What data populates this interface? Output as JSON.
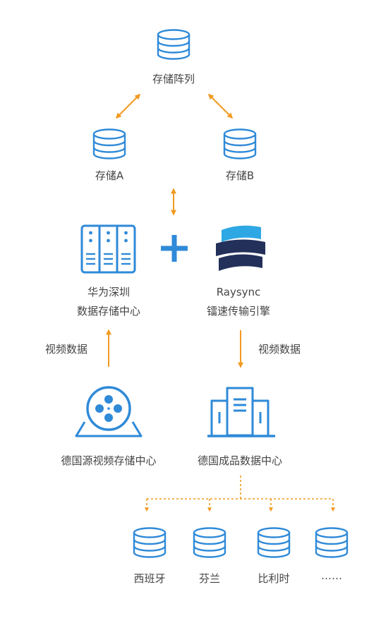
{
  "colors": {
    "blue": "#2f8ad8",
    "navy": "#23305a",
    "cyan": "#2ea8e4",
    "orange": "#f29a21"
  },
  "nodes": {
    "storage_array": "存储阵列",
    "storage_a": "存储A",
    "storage_b": "存储B",
    "huawei_line1": "华为深圳",
    "huawei_line2": "数据存储中心",
    "raysync_line1": "Raysync",
    "raysync_line2": "镭速传输引擎",
    "germany_source": "德国源视频存储中心",
    "germany_finished": "德国成品数据中心",
    "spain": "西班牙",
    "finland": "芬兰",
    "belgium": "比利时",
    "more": "……"
  },
  "edges": {
    "upload_label": "视频数据",
    "download_label": "视频数据"
  },
  "icons": {
    "database": "database-icon",
    "server": "server-rack-icon",
    "plus": "plus-icon",
    "raysync_logo": "raysync-logo-icon",
    "film": "film-reel-icon",
    "building": "office-building-icon"
  }
}
